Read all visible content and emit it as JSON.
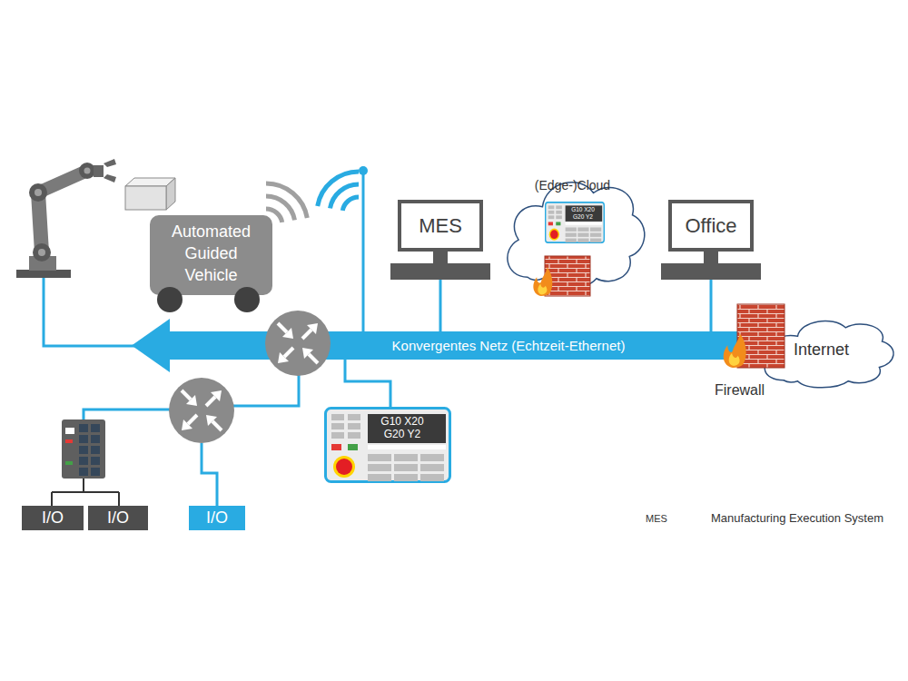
{
  "diagram": {
    "nodes": [
      {
        "text": [
          "Automated Guided Vehicle"
        ]
      },
      {
        "text": [
          "MES"
        ]
      },
      {
        "text": [
          "(Edge-)Cloud"
        ]
      },
      {
        "text": [
          "G10 X20 G20 Y2"
        ],
        "in": 2
      },
      {
        "text": [
          "Office"
        ]
      },
      {
        "text": [
          "Konvergentes Netz (Echtzeit-Ethernet)"
        ]
      },
      {
        "text": [
          "Internet"
        ]
      },
      {
        "text": [
          "G10 X20 G20 Y2"
        ]
      },
      {
        "text": [
          "I/O"
        ]
      },
      {
        "text": [
          "I/O"
        ]
      },
      {
        "text": [
          "I/O"
        ]
      }
    ],
    "edges": [
      {
        "from": 1,
        "to": 5,
        "arrow": "none"
      },
      {
        "from": 4,
        "to": 5,
        "arrow": "none"
      },
      {
        "from": 5,
        "to": 7,
        "arrow": "none"
      }
    ],
    "labels": [
      "Firewall",
      "MES",
      "Manufacturing Execution System"
    ]
  }
}
